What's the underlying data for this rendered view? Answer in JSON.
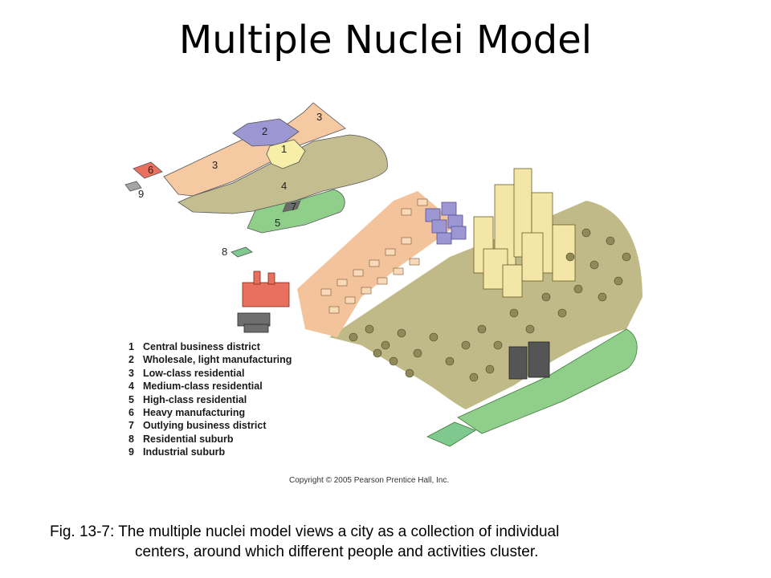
{
  "title": "Multiple Nuclei Model",
  "zone_numbers": [
    "1",
    "2",
    "3",
    "3",
    "4",
    "5",
    "6",
    "7",
    "8",
    "9"
  ],
  "legend": [
    {
      "num": "1",
      "label": "Central business district"
    },
    {
      "num": "2",
      "label": "Wholesale, light manufacturing"
    },
    {
      "num": "3",
      "label": "Low-class residential"
    },
    {
      "num": "4",
      "label": "Medium-class residential"
    },
    {
      "num": "5",
      "label": "High-class residential"
    },
    {
      "num": "6",
      "label": "Heavy manufacturing"
    },
    {
      "num": "7",
      "label": "Outlying business district"
    },
    {
      "num": "8",
      "label": "Residential suburb"
    },
    {
      "num": "9",
      "label": "Industrial suburb"
    }
  ],
  "colors": {
    "cbd": "#f7eea8",
    "wholesale": "#9c97d3",
    "low_res": "#f5c9a2",
    "medium_res": "#c3bd8f",
    "high_res": "#8fcf8a",
    "heavy_mfg": "#e8705e",
    "outlying": "#6b6b6b",
    "suburb_res": "#7fc98f",
    "suburb_ind": "#a5a5a5"
  },
  "copyright": "Copyright © 2005 Pearson Prentice Hall, Inc.",
  "caption": {
    "line1": "Fig. 13-7: The multiple nuclei model views a city as a collection of individual",
    "line2": "centers, around which different people and activities cluster."
  }
}
